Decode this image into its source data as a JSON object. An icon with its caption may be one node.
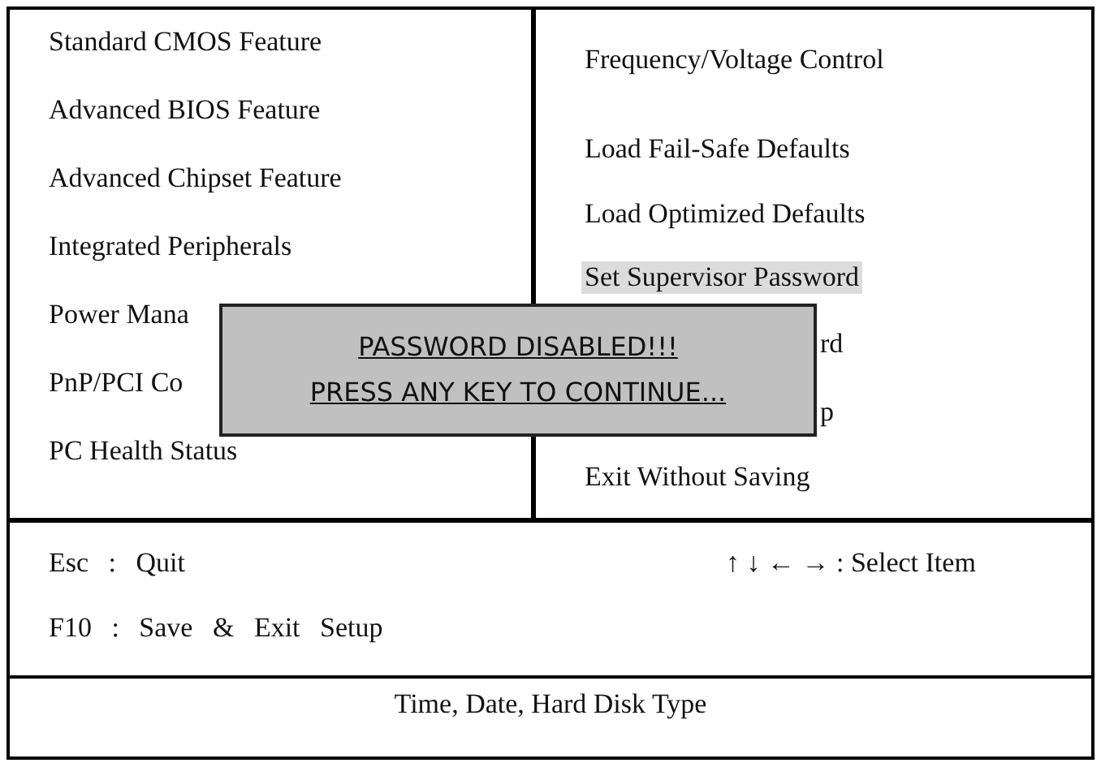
{
  "diagram": {
    "nodes": [
      {
        "text": [
          "PASSWORD DISABLED!!!",
          "PRESS ANY KEY TO CONTINUE..."
        ]
      }
    ],
    "labels": [
      "Standard CMOS Feature",
      "Advanced BIOS Feature",
      "Advanced Chipset Feature",
      "Integrated Peripherals",
      "Power Mana",
      "PnP/PCI Co",
      "PC Health Status",
      "Frequency/Voltage Control",
      "Load Fail-Safe Defaults",
      "Load Optimized Defaults",
      "Set Supervisor Password",
      "rd",
      "p",
      "Exit Without Saving",
      "Esc : Quit",
      "↑ ↓ ← → : Select Item",
      "F10 : Save & Exit Setup",
      "Time, Date, Hard Disk Type"
    ]
  }
}
